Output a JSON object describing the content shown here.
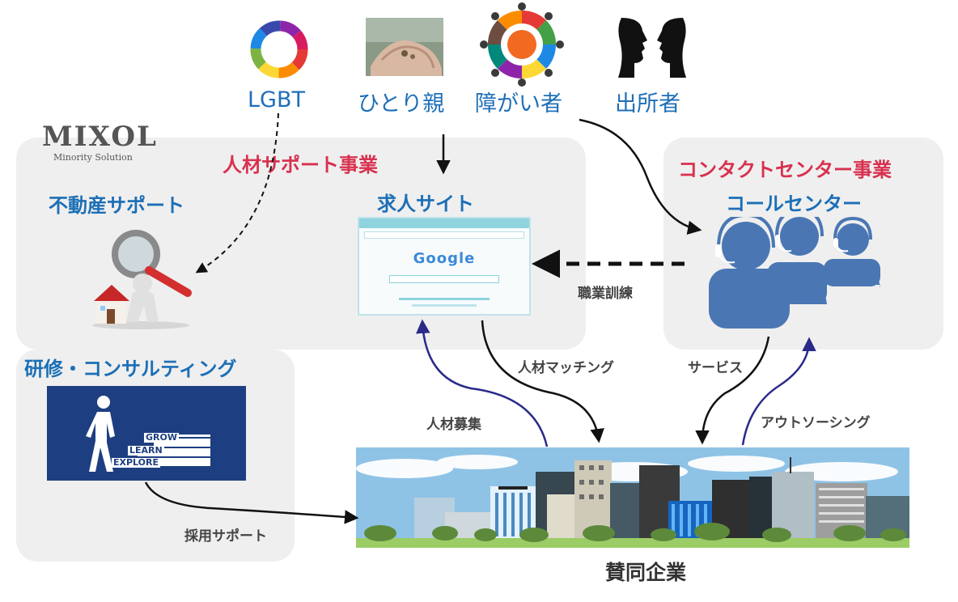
{
  "groups": {
    "lgbt": "LGBT",
    "single_parent": "ひとり親",
    "disabled": "障がい者",
    "ex_offender": "出所者"
  },
  "logo": {
    "name": "MIXOL",
    "tagline": "Minority Solution"
  },
  "hr_panel": {
    "title": "人材サポート事業",
    "real_estate": "不動産サポート",
    "job_site": "求人サイト"
  },
  "contact_panel": {
    "title": "コンタクトセンター事業",
    "call_center": "コールセンター"
  },
  "training_panel": {
    "title": "研修・コンサルティング",
    "sign_words": [
      "GROW",
      "LEARN",
      "EXPLORE"
    ]
  },
  "browser": {
    "search_logo": "Google"
  },
  "flows": {
    "vocational_training": "職業訓練",
    "talent_matching": "人材マッチング",
    "service": "サービス",
    "recruitment": "人材募集",
    "outsourcing": "アウトソーシング",
    "hiring_support": "採用サポート"
  },
  "companies": "賛同企業",
  "colors": {
    "red_title": "#d8314f",
    "blue_title": "#1c6fb6",
    "panel_bg": "#efefef",
    "arrow_blue": "#2a2a8a",
    "call_center_icon": "#4a77b4"
  }
}
